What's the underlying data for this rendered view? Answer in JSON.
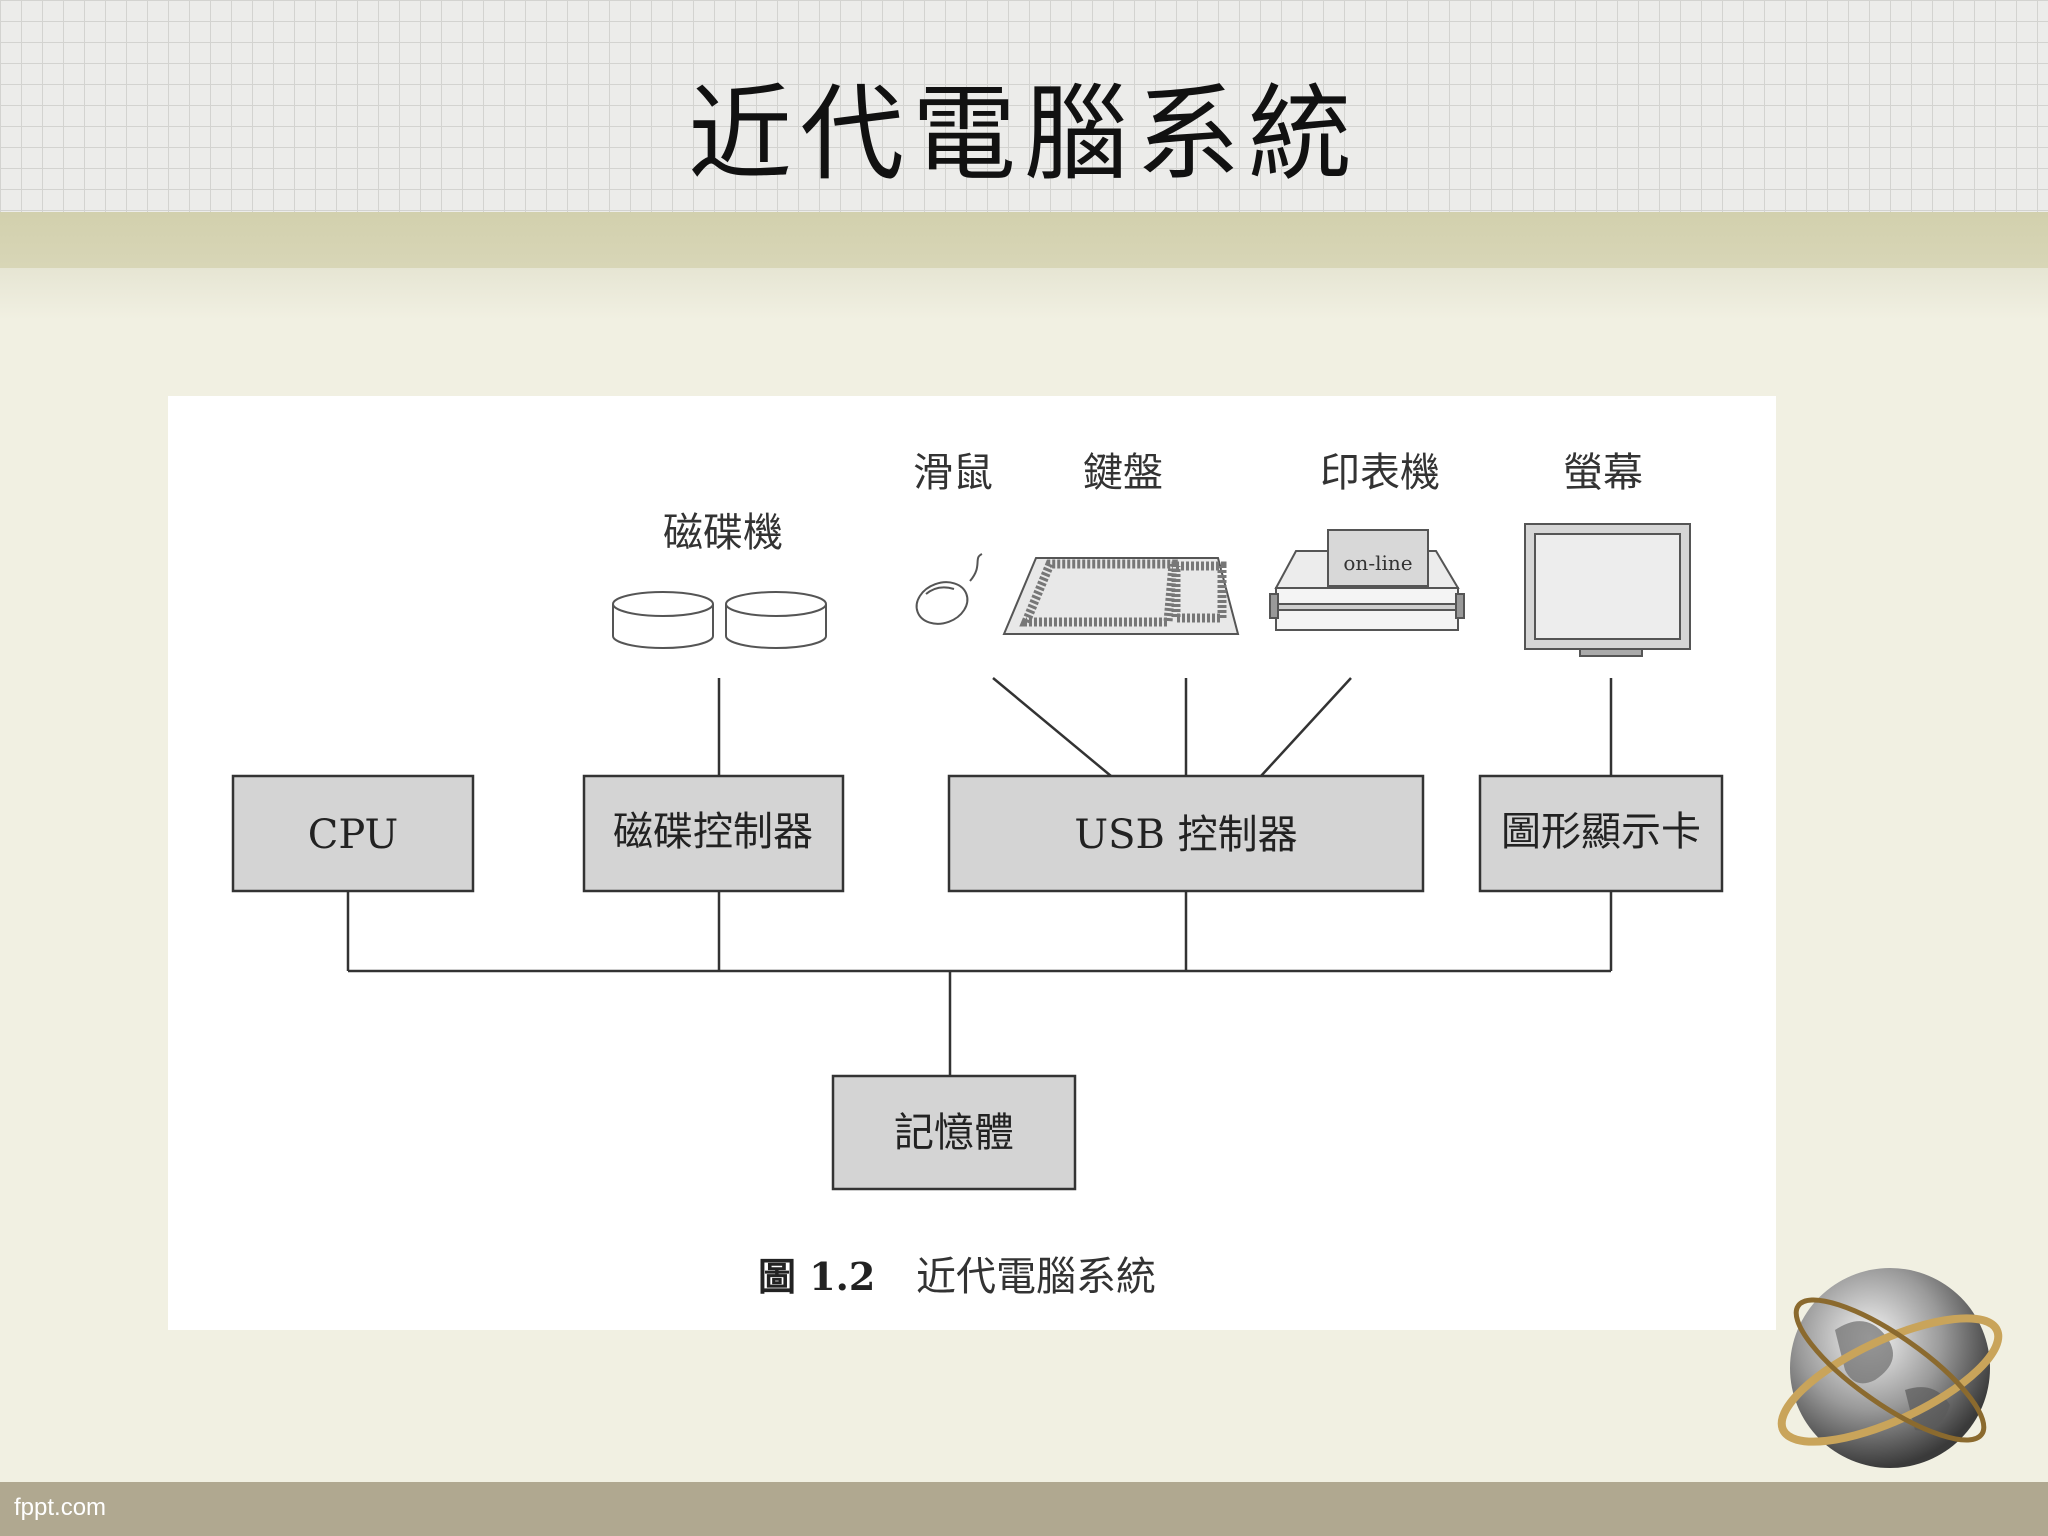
{
  "slide": {
    "title": "近代電腦系統"
  },
  "figure": {
    "caption_label": "圖 1.2",
    "caption_title": "近代電腦系統",
    "components": {
      "cpu": "CPU",
      "disk_controller": "磁碟控制器",
      "usb_controller": "USB 控制器",
      "graphics_adapter": "圖形顯示卡",
      "memory": "記憶體"
    },
    "devices": {
      "disks": "磁碟機",
      "mouse": "滑鼠",
      "keyboard": "鍵盤",
      "printer": "印表機",
      "printer_label": "on-line",
      "monitor": "螢幕"
    }
  },
  "footer": {
    "watermark": "fppt.com"
  },
  "icons": [
    "disk-drive-icon",
    "mouse-icon",
    "keyboard-icon",
    "printer-icon",
    "monitor-icon",
    "globe-icon"
  ],
  "colors": {
    "box_fill": "#d4d4d4",
    "line": "#333333",
    "panel": "#ffffff",
    "background": "#f1f0e2"
  }
}
